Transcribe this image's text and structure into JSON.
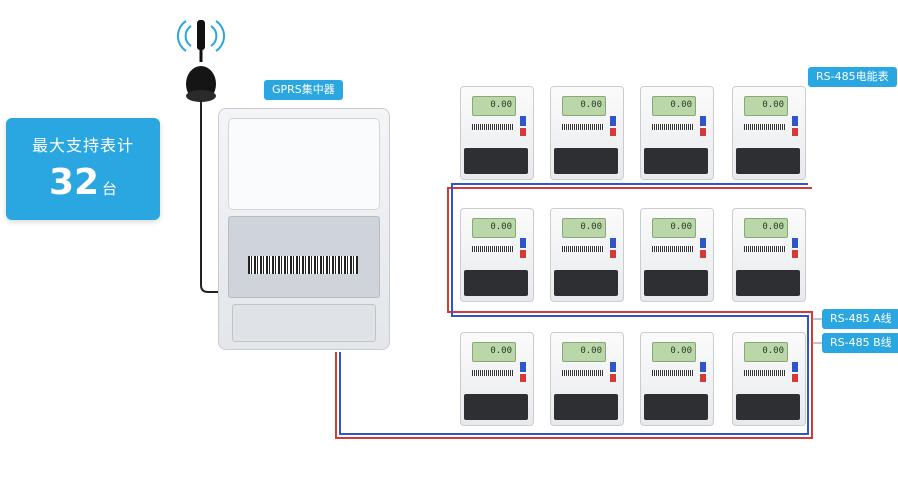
{
  "support": {
    "title": "最大支持表计",
    "count": "32",
    "unit": "台"
  },
  "labels": {
    "gprs": "GPRS集中器",
    "rs485_meter": "RS-485电能表",
    "rs485_a": "RS-485 A线",
    "rs485_b": "RS-485 B线"
  },
  "meters": {
    "reading": "0.00",
    "rows": 3,
    "columns": 4
  },
  "colors": {
    "accent": "#2aa6e0",
    "wire_a": "#d33b3b",
    "wire_b": "#2f55c9"
  },
  "icons": {
    "antenna": "wifi-signal-antenna-icon"
  }
}
